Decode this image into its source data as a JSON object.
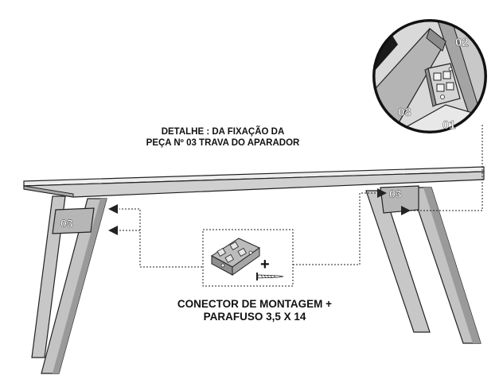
{
  "detail_caption": "DETALHE : DA FIXAÇÃO DA\nPEÇA Nº 03 TRAVA DO APARADOR",
  "connector_caption": "CONECTOR DE MONTAGEM +\nPARAFUSO 3,5 X 14",
  "labels": {
    "zoom_piece_02": "02",
    "zoom_piece_03": "03",
    "zoom_piece_01": "01",
    "left_brace": "03",
    "right_brace": "03",
    "plus_sign": "+"
  }
}
